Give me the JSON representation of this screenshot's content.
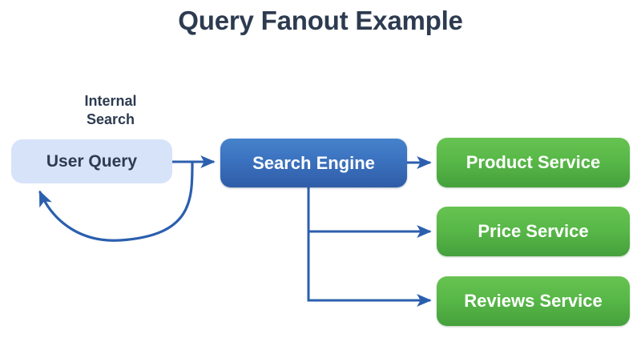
{
  "title": "Query Fanout Example",
  "theme": {
    "background": "#ffffff",
    "title_color": "#2d3b50",
    "connector_color": "#2b5fae",
    "user_query_fill": "#d7e3f9",
    "engine_fill_top": "#4682cc",
    "engine_fill_bottom": "#2f5ca7",
    "service_fill_top": "#67c351",
    "service_fill_bottom": "#45a03c",
    "node_text_light": "#ffffff",
    "node_text_dark": "#2d3b50"
  },
  "labels": {
    "internal_search_line1": "Internal",
    "internal_search_line2": "Search"
  },
  "nodes": {
    "user_query": "User Query",
    "search_engine": "Search Engine",
    "services": [
      {
        "label": "Product Service"
      },
      {
        "label": "Price Service"
      },
      {
        "label": "Reviews Service"
      }
    ]
  },
  "edges": [
    {
      "from": "User Query",
      "to": "Search Engine",
      "label": ""
    },
    {
      "from": "Search Engine",
      "to": "Product Service",
      "label": ""
    },
    {
      "from": "Search Engine",
      "to": "Price Service",
      "label": ""
    },
    {
      "from": "Search Engine",
      "to": "Reviews Service",
      "label": ""
    },
    {
      "from": "Search Engine",
      "to": "User Query",
      "label": "Internal Search"
    }
  ]
}
